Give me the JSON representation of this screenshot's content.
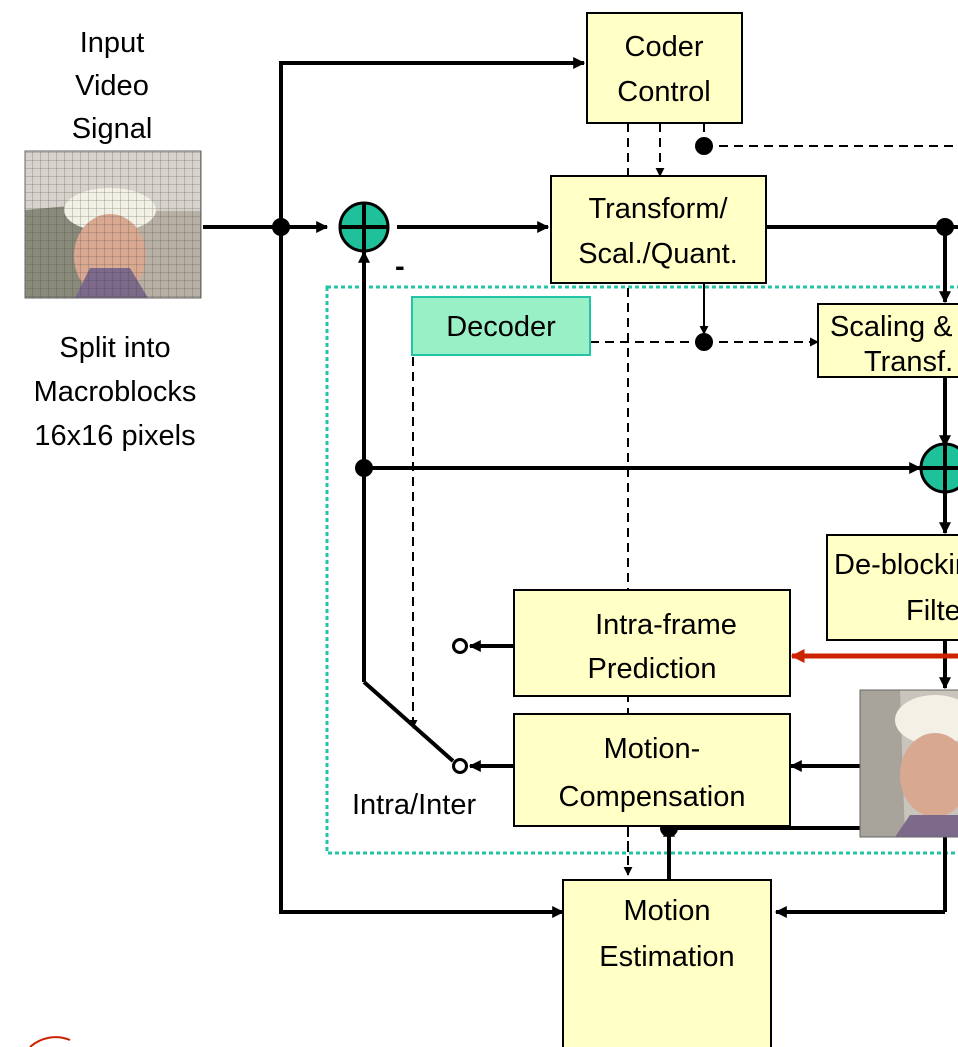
{
  "input_label": [
    "Input",
    "Video",
    "Signal"
  ],
  "split_label": [
    "Split into",
    "Macroblocks",
    "16x16 pixels"
  ],
  "minus_sign": "-",
  "blocks": {
    "coder_control": [
      "Coder",
      "Control"
    ],
    "transform": [
      "Transform/",
      "Scal./Quant."
    ],
    "decoder": "Decoder",
    "scaling_inv": [
      "Scaling &",
      "Transf."
    ],
    "deblocking": [
      "De-blocking",
      "Filter"
    ],
    "intra_pred": [
      "Intra-frame",
      "Prediction"
    ],
    "motion_comp": [
      "Motion-",
      "Compensation"
    ],
    "motion_est": [
      "Motion",
      "Estimation"
    ]
  },
  "switch_label": "Intra/Inter",
  "colors": {
    "block_fill": "#ffffc6",
    "decoder_fill": "#99f0c6",
    "decoder_border": "#23c4a5",
    "adder_fill": "#1fc19b",
    "intra_arrow": "#cc2200"
  }
}
